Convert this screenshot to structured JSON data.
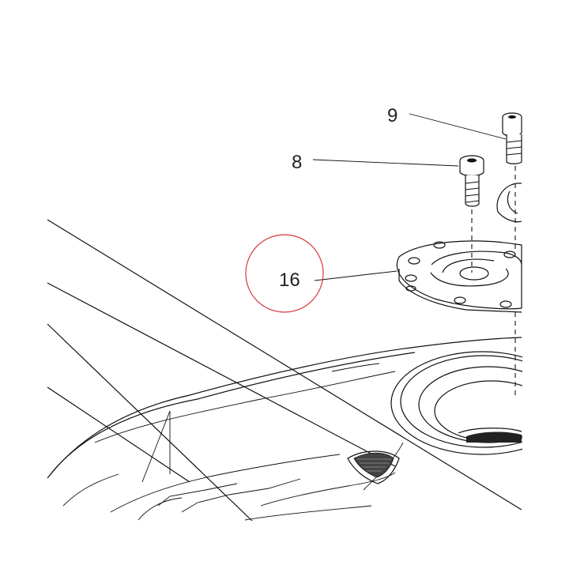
{
  "diagram": {
    "callouts": [
      {
        "id": "9",
        "label": "9"
      },
      {
        "id": "8",
        "label": "8"
      },
      {
        "id": "16",
        "label": "16",
        "highlighted": true
      }
    ],
    "highlight_color": "#d9363e",
    "line_color": "#111111"
  }
}
